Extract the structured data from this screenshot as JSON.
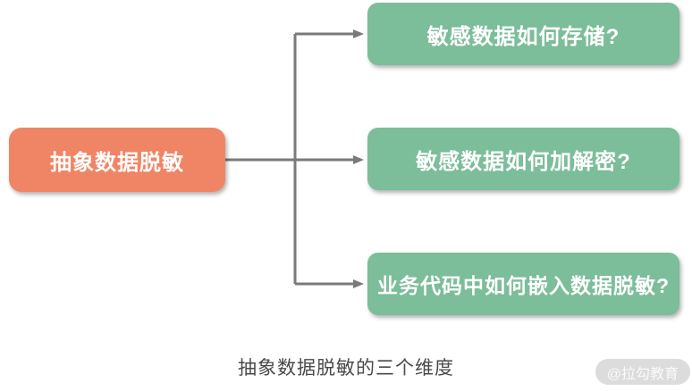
{
  "diagram": {
    "root": {
      "label": "抽象数据脱敏"
    },
    "children": [
      {
        "label": "敏感数据如何存储?"
      },
      {
        "label": "敏感数据如何加解密?"
      },
      {
        "label": "业务代码中如何嵌入数据脱敏?"
      }
    ]
  },
  "caption": "抽象数据脱敏的三个维度",
  "watermark": "@拉勾教育",
  "colors": {
    "root_fill": "#F08565",
    "child_fill": "#7CBD9A",
    "connector": "#7A7A7A",
    "node_text": "#FFFFFF",
    "caption_text": "#4A4A4A",
    "watermark_bg": "#DCDCDC",
    "watermark_text": "#FAFAFA"
  }
}
